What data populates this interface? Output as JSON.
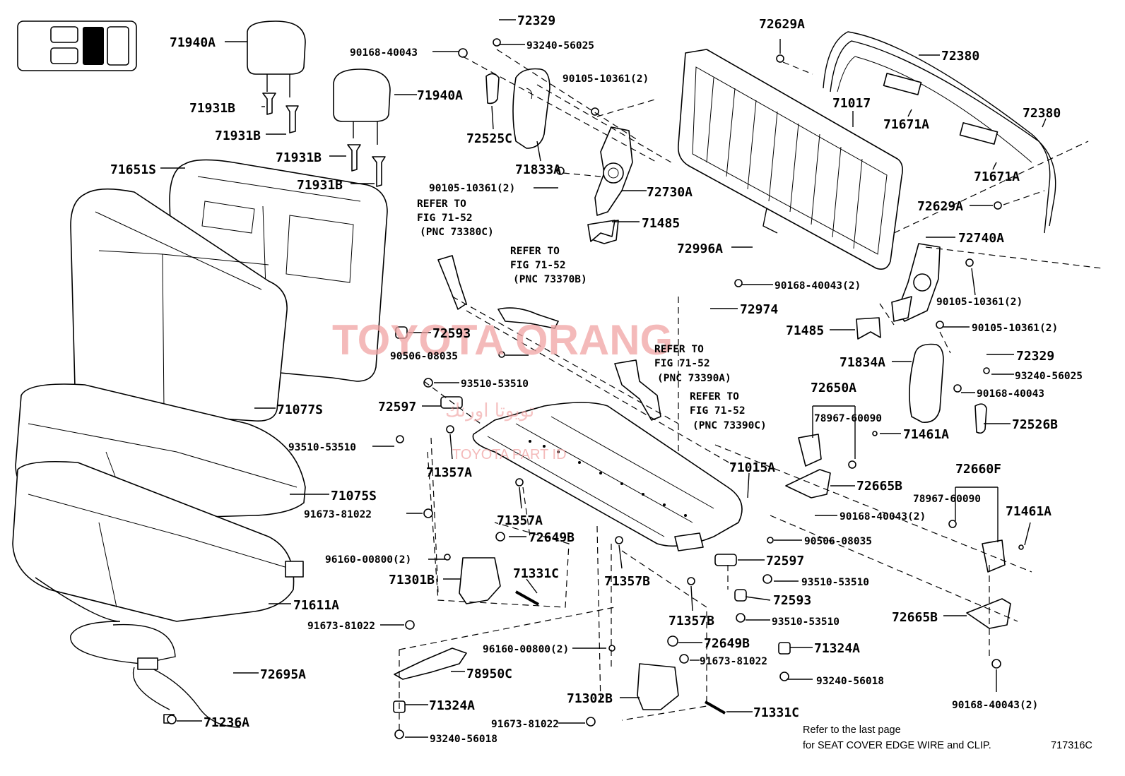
{
  "labels": {
    "l71940A_1": "71940A",
    "l71931B_1": "71931B",
    "l71931B_2": "71931B",
    "l71940A_2": "71940A",
    "l71931B_3": "71931B",
    "l71931B_4": "71931B",
    "l71651S": "71651S",
    "l71077S": "71077S",
    "l71075S": "71075S",
    "l71611A": "71611A",
    "l72695A": "72695A",
    "l71236A": "71236A",
    "l72329_1": "72329",
    "l90168_40043_1": "90168-40043",
    "l93240_56025_1": "93240-56025",
    "l72525C": "72525C",
    "l71833A": "71833A",
    "l90105_10361_2a": "90105-10361(2)",
    "l90105_10361_2b": "90105-10361(2)",
    "l72730A": "72730A",
    "l71485_1": "71485",
    "l72629A_1": "72629A",
    "l72380_1": "72380",
    "l71017": "71017",
    "l71671A_1": "71671A",
    "l72380_2": "72380",
    "l71671A_2": "71671A",
    "l72629A_2": "72629A",
    "l72740A": "72740A",
    "l72996A": "72996A",
    "l90168_40043_2a": "90168-40043(2)",
    "l90105_10361_2c": "90105-10361(2)",
    "l90105_10361_2d": "90105-10361(2)",
    "l72974": "72974",
    "l71485_2": "71485",
    "l71834A": "71834A",
    "l72329_2": "72329",
    "l93240_56025_2": "93240-56025",
    "l90168_40043_3": "90168-40043",
    "l72526B": "72526B",
    "l72593_1": "72593",
    "l90506_08035_1": "90506-08035",
    "l93510_53510_1": "93510-53510",
    "l72597_1": "72597",
    "l93510_53510_2": "93510-53510",
    "l71357A_1": "71357A",
    "l71357A_2": "71357A",
    "l72650A": "72650A",
    "l78967_60090_1": "78967-60090",
    "l71461A_1": "71461A",
    "l71015A": "71015A",
    "l72665B_1": "72665B",
    "l90168_40043_2b": "90168-40043(2)",
    "l72660F": "72660F",
    "l78967_60090_2": "78967-60090",
    "l71461A_2": "71461A",
    "l91673_81022_1": "91673-81022",
    "l72649B_1": "72649B",
    "l96160_00800_2a": "96160-00800(2)",
    "l71301B": "71301B",
    "l71331C_1": "71331C",
    "l71357B_1": "71357B",
    "l90506_08035_2": "90506-08035",
    "l72597_2": "72597",
    "l93510_53510_3": "93510-53510",
    "l72593_2": "72593",
    "l91673_81022_2": "91673-81022",
    "l71357B_2": "71357B",
    "l93510_53510_4": "93510-53510",
    "l72665B_2": "72665B",
    "l96160_00800_2b": "96160-00800(2)",
    "l72649B_2": "72649B",
    "l71324A_1": "71324A",
    "l78950C": "78950C",
    "l91673_81022_3": "91673-81022",
    "l93240_56018_1": "93240-56018",
    "l71324A_2": "71324A",
    "l71302B": "71302B",
    "l71331C_2": "71331C",
    "l90168_40043_2c": "90168-40043(2)",
    "l91673_81022_4": "91673-81022",
    "l93240_56018_2": "93240-56018"
  },
  "refs": {
    "r1": [
      "REFER TO",
      "FIG 71-52",
      "(PNC 73380C)"
    ],
    "r2": [
      "REFER TO",
      "FIG 71-52",
      "(PNC 73370B)"
    ],
    "r3": [
      "REFER TO",
      "FIG 71-52",
      "(PNC 73390A)"
    ],
    "r4": [
      "REFER TO",
      "FIG 71-52",
      "(PNC 73390C)"
    ]
  },
  "footer": {
    "note_line1": "Refer to the last page",
    "note_line2": "for SEAT COVER EDGE WIRE and CLIP.",
    "figure_id": "717316C"
  },
  "watermark": {
    "main": "TOYOTA ORANG",
    "arabic": "تويوتا اورنك",
    "sub": "TOYOTA PART ID"
  }
}
